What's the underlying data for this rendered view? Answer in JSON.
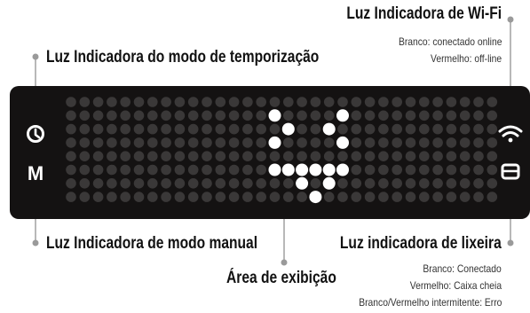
{
  "labels": {
    "wifi": {
      "title": "Luz Indicadora de Wi-Fi",
      "line1": "Branco: conectado online",
      "line2": "Vermelho: off-line"
    },
    "timer": {
      "title": "Luz Indicadora do modo de temporização"
    },
    "manual": {
      "title": "Luz Indicadora de modo manual"
    },
    "display": {
      "title": "Área de exibição"
    },
    "bin": {
      "title": "Luz indicadora de lixeira",
      "line1": "Branco: Conectado",
      "line2": "Vermelho: Caixa cheia",
      "line3": "Branco/Vermelho intermitente: Erro"
    }
  },
  "panel": {
    "manual_letter": "M",
    "grid_rows": 8,
    "grid_cols": 32,
    "lit_cells": [
      [
        1,
        15
      ],
      [
        1,
        20
      ],
      [
        2,
        16
      ],
      [
        2,
        19
      ],
      [
        3,
        15
      ],
      [
        3,
        20
      ],
      [
        5,
        15
      ],
      [
        5,
        16
      ],
      [
        5,
        17
      ],
      [
        5,
        18
      ],
      [
        5,
        19
      ],
      [
        5,
        20
      ],
      [
        6,
        17
      ],
      [
        6,
        19
      ],
      [
        7,
        18
      ]
    ],
    "colors": {
      "panel": "#141212",
      "dot_off": "#3a3838",
      "dot_on": "#ffffff",
      "callout": "#9a9a9a"
    }
  },
  "icons": [
    "clock-icon",
    "wifi-icon",
    "bin-icon"
  ]
}
